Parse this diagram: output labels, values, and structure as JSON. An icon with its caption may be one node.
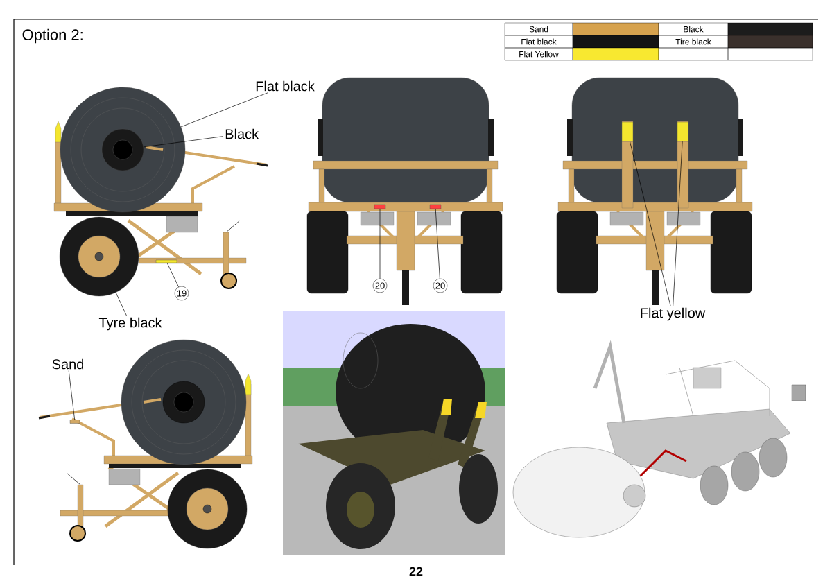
{
  "diagram": {
    "title": "Option 2:",
    "nodes": [
      {
        "text": [
          "Flat black"
        ]
      },
      {
        "text": [],
        "shape": "circle"
      },
      {
        "text": [
          "Black"
        ]
      },
      {
        "text": [],
        "shape": "circle",
        "in": 1
      },
      {
        "text": [
          "Tyre black"
        ]
      },
      {
        "text": [],
        "shape": "circle"
      },
      {
        "text": [
          "19"
        ]
      },
      {
        "text": [],
        "shape": "bar"
      },
      {
        "text": [],
        "shape": "box"
      },
      {
        "text": [
          "20"
        ]
      },
      {
        "text": [],
        "shape": "box"
      },
      {
        "text": [
          "20"
        ]
      },
      {
        "text": [],
        "shape": "bar"
      },
      {
        "text": [],
        "shape": "bar"
      },
      {
        "text": [
          "Flat yellow"
        ]
      },
      {
        "text": [
          "Sand"
        ]
      },
      {
        "text": [],
        "shape": "bar"
      }
    ],
    "edges": [
      {
        "from": 0,
        "to": 1,
        "arrow": "none"
      },
      {
        "from": 2,
        "to": 3,
        "arrow": "none"
      },
      {
        "from": 4,
        "to": 5,
        "arrow": "none"
      },
      {
        "from": 6,
        "to": 7,
        "arrow": "none"
      },
      {
        "from": 9,
        "to": 8,
        "arrow": "none"
      },
      {
        "from": 11,
        "to": 10,
        "arrow": "none"
      },
      {
        "from": 14,
        "to": 12,
        "arrow": "none"
      },
      {
        "from": 14,
        "to": 13,
        "arrow": "none"
      },
      {
        "from": 15,
        "to": 16,
        "arrow": "none"
      }
    ],
    "labels": [
      "22"
    ],
    "legend": [
      {
        "text": "Sand",
        "color": "#d6a24e"
      },
      {
        "text": "Flat black",
        "color": "#141414"
      },
      {
        "text": "Flat Yellow",
        "color": "#f8e830"
      },
      {
        "text": "Black",
        "color": "#1c1c1c"
      },
      {
        "text": "Tire black",
        "color": "#3a302c"
      }
    ]
  }
}
